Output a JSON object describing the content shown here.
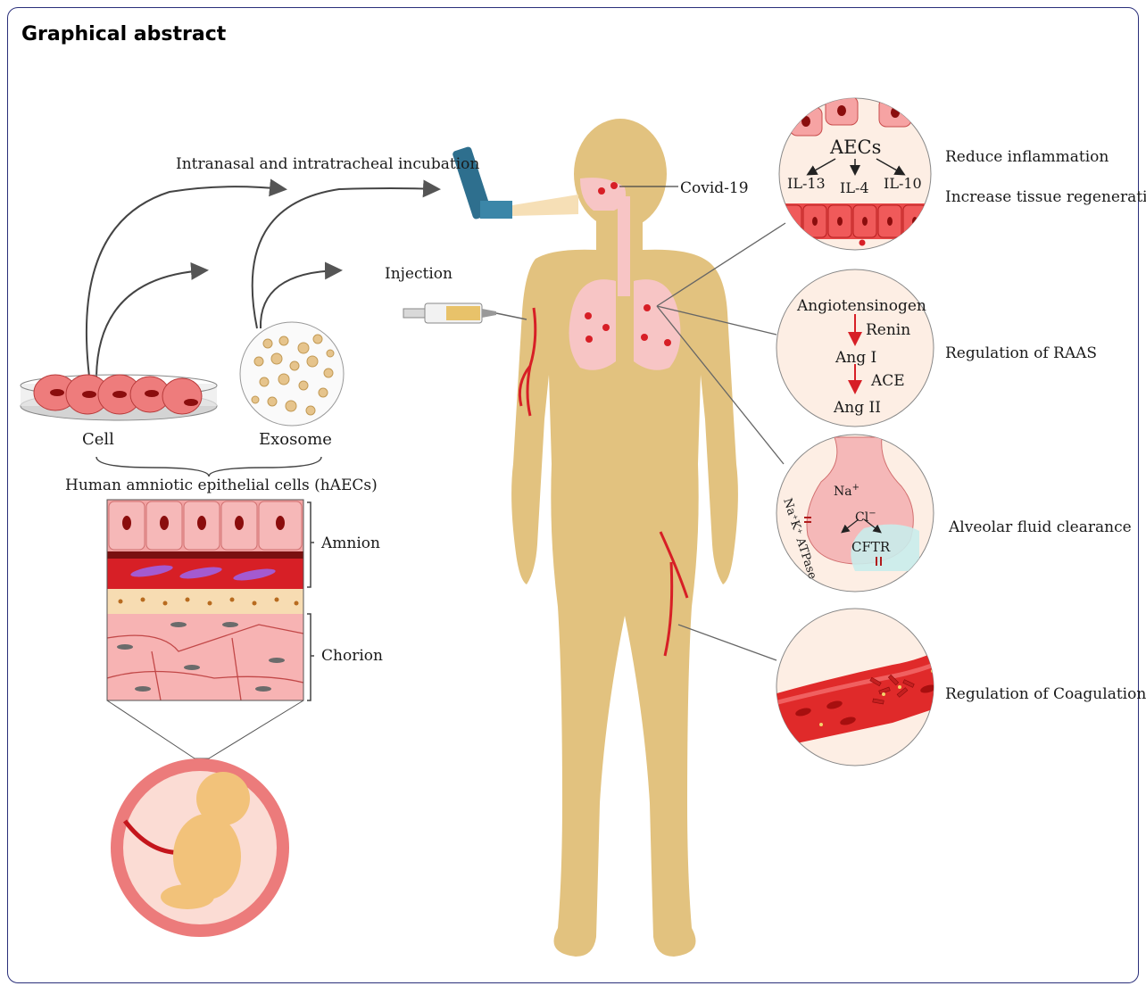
{
  "heading": "Graphical abstract",
  "delivery": {
    "intranasal": "Intranasal and intratracheal incubation",
    "injection": "Injection",
    "covid": "Covid-19"
  },
  "source": {
    "cell": "Cell",
    "exosome": "Exosome",
    "haecs": "Human amniotic epithelial cells (hAECs)",
    "amnion": "Amnion",
    "chorion": "Chorion"
  },
  "inflammation_circle": {
    "aecs": "AECs",
    "il13": "IL-13",
    "il4": "IL-4",
    "il10": "IL-10"
  },
  "raas_circle": {
    "angiotensinogen": "Angiotensinogen",
    "renin": "Renin",
    "ang1": "Ang I",
    "ace": "ACE",
    "ang2": "Ang II"
  },
  "fluid_circle": {
    "na": "Na",
    "na_sup": "+",
    "cl": "Cl",
    "cl_sup": "−",
    "cftr": "CFTR",
    "pump": "Na⁺K⁺ ATPase"
  },
  "effects": {
    "reduce_inflammation": "Reduce inflammation",
    "increase_regeneration": "Increase tissue regeneration",
    "raas": "Regulation of RAAS",
    "fluid": "Alveolar fluid clearance",
    "coagulation": "Regulation of Coagulation"
  },
  "colors": {
    "body": "#e2c27f",
    "lung": "#f7c5c5",
    "tissue_pink": "#f2a3a3",
    "blood_red": "#d71f26",
    "circle_bg": "#fdeee4",
    "frame": "#2a2f7a"
  }
}
